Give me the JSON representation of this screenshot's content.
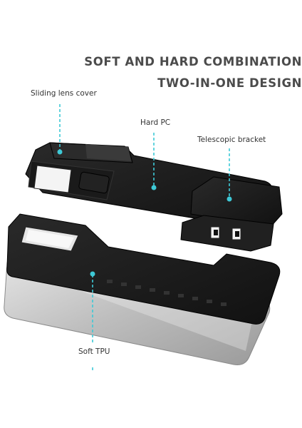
{
  "headline": {
    "line1": "SOFT AND HARD COMBINATION",
    "line2": "TWO-IN-ONE DESIGN"
  },
  "callouts": {
    "lens_cover": "Sliding lens cover",
    "hard_pc": "Hard PC",
    "bracket": "Telescopic bracket",
    "soft_tpu": "Soft TPU"
  },
  "colors": {
    "accent": "#3ec9d6",
    "case": "#1b1b1b",
    "phone_body": "#c9c9c9",
    "text": "#4b4b4b"
  }
}
